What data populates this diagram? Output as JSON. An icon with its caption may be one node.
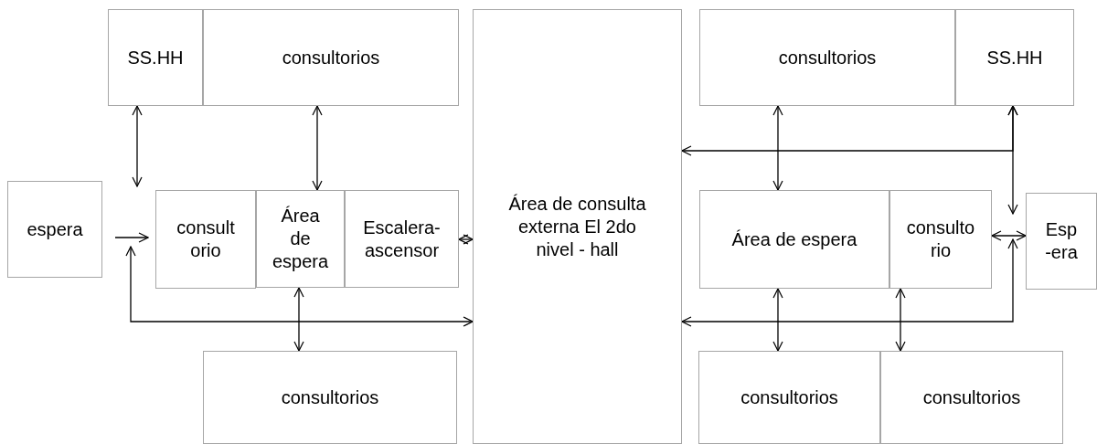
{
  "diagram": {
    "nodes": [
      {
        "text": [
          "SS.HH"
        ]
      },
      {
        "text": [
          "consultorios"
        ]
      },
      {
        "text": [
          "espera"
        ]
      },
      {
        "text": [
          "consult orio"
        ]
      },
      {
        "text": [
          "Área de espera"
        ]
      },
      {
        "text": [
          "Escalera- ascensor"
        ]
      },
      {
        "text": [
          "consultorios"
        ]
      },
      {
        "text": [
          "Área de consulta externa El 2do nivel - hall"
        ]
      },
      {
        "text": [
          "consultorios"
        ]
      },
      {
        "text": [
          "SS.HH"
        ]
      },
      {
        "text": [
          "Área de espera"
        ]
      },
      {
        "text": [
          "consulto rio"
        ]
      },
      {
        "text": [
          "Esp -era"
        ]
      },
      {
        "text": [
          "consultorios"
        ]
      },
      {
        "text": [
          "consultorios"
        ]
      }
    ],
    "edges": [
      {
        "from": 0,
        "to": 3,
        "arrow": "both"
      },
      {
        "from": 1,
        "to": 4,
        "arrow": "both"
      },
      {
        "from": 2,
        "to": 3,
        "arrow": "to"
      },
      {
        "from": 3,
        "to": 7,
        "arrow": "both"
      },
      {
        "from": 4,
        "to": 6,
        "arrow": "both"
      },
      {
        "from": 5,
        "to": 7,
        "arrow": "both"
      },
      {
        "from": 8,
        "to": 10,
        "arrow": "both"
      },
      {
        "from": 9,
        "to": 12,
        "arrow": "both"
      },
      {
        "from": 9,
        "to": 7,
        "arrow": "both"
      },
      {
        "from": 11,
        "to": 12,
        "arrow": "both"
      },
      {
        "from": 12,
        "to": 7,
        "arrow": "both"
      },
      {
        "from": 10,
        "to": 13,
        "arrow": "both"
      },
      {
        "from": 11,
        "to": 14,
        "arrow": "both"
      }
    ]
  }
}
